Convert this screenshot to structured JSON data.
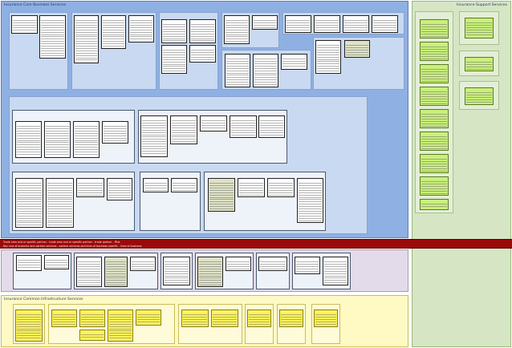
{
  "layers": {
    "core": {
      "title": "Insurance Core Business Services"
    },
    "support": {
      "title": "Insurance Support Services"
    },
    "infra": {
      "title": "Insurance Common Infrastructure Services"
    }
  },
  "band": {
    "line1": "Trade area and or specific partner - trade area and or specific partner - trade partner - Pilot",
    "line2": "Key Line of business and partner services - partner services and lines of business specific - lines of business"
  },
  "colors": {
    "core": "#8fb0e3",
    "support": "#d6e6c4",
    "infra": "#fff9c4",
    "channel": "#e3dbea",
    "band": "#9b0a0a",
    "component_lime": "#c9f07a",
    "component_yellow": "#fff45c"
  }
}
